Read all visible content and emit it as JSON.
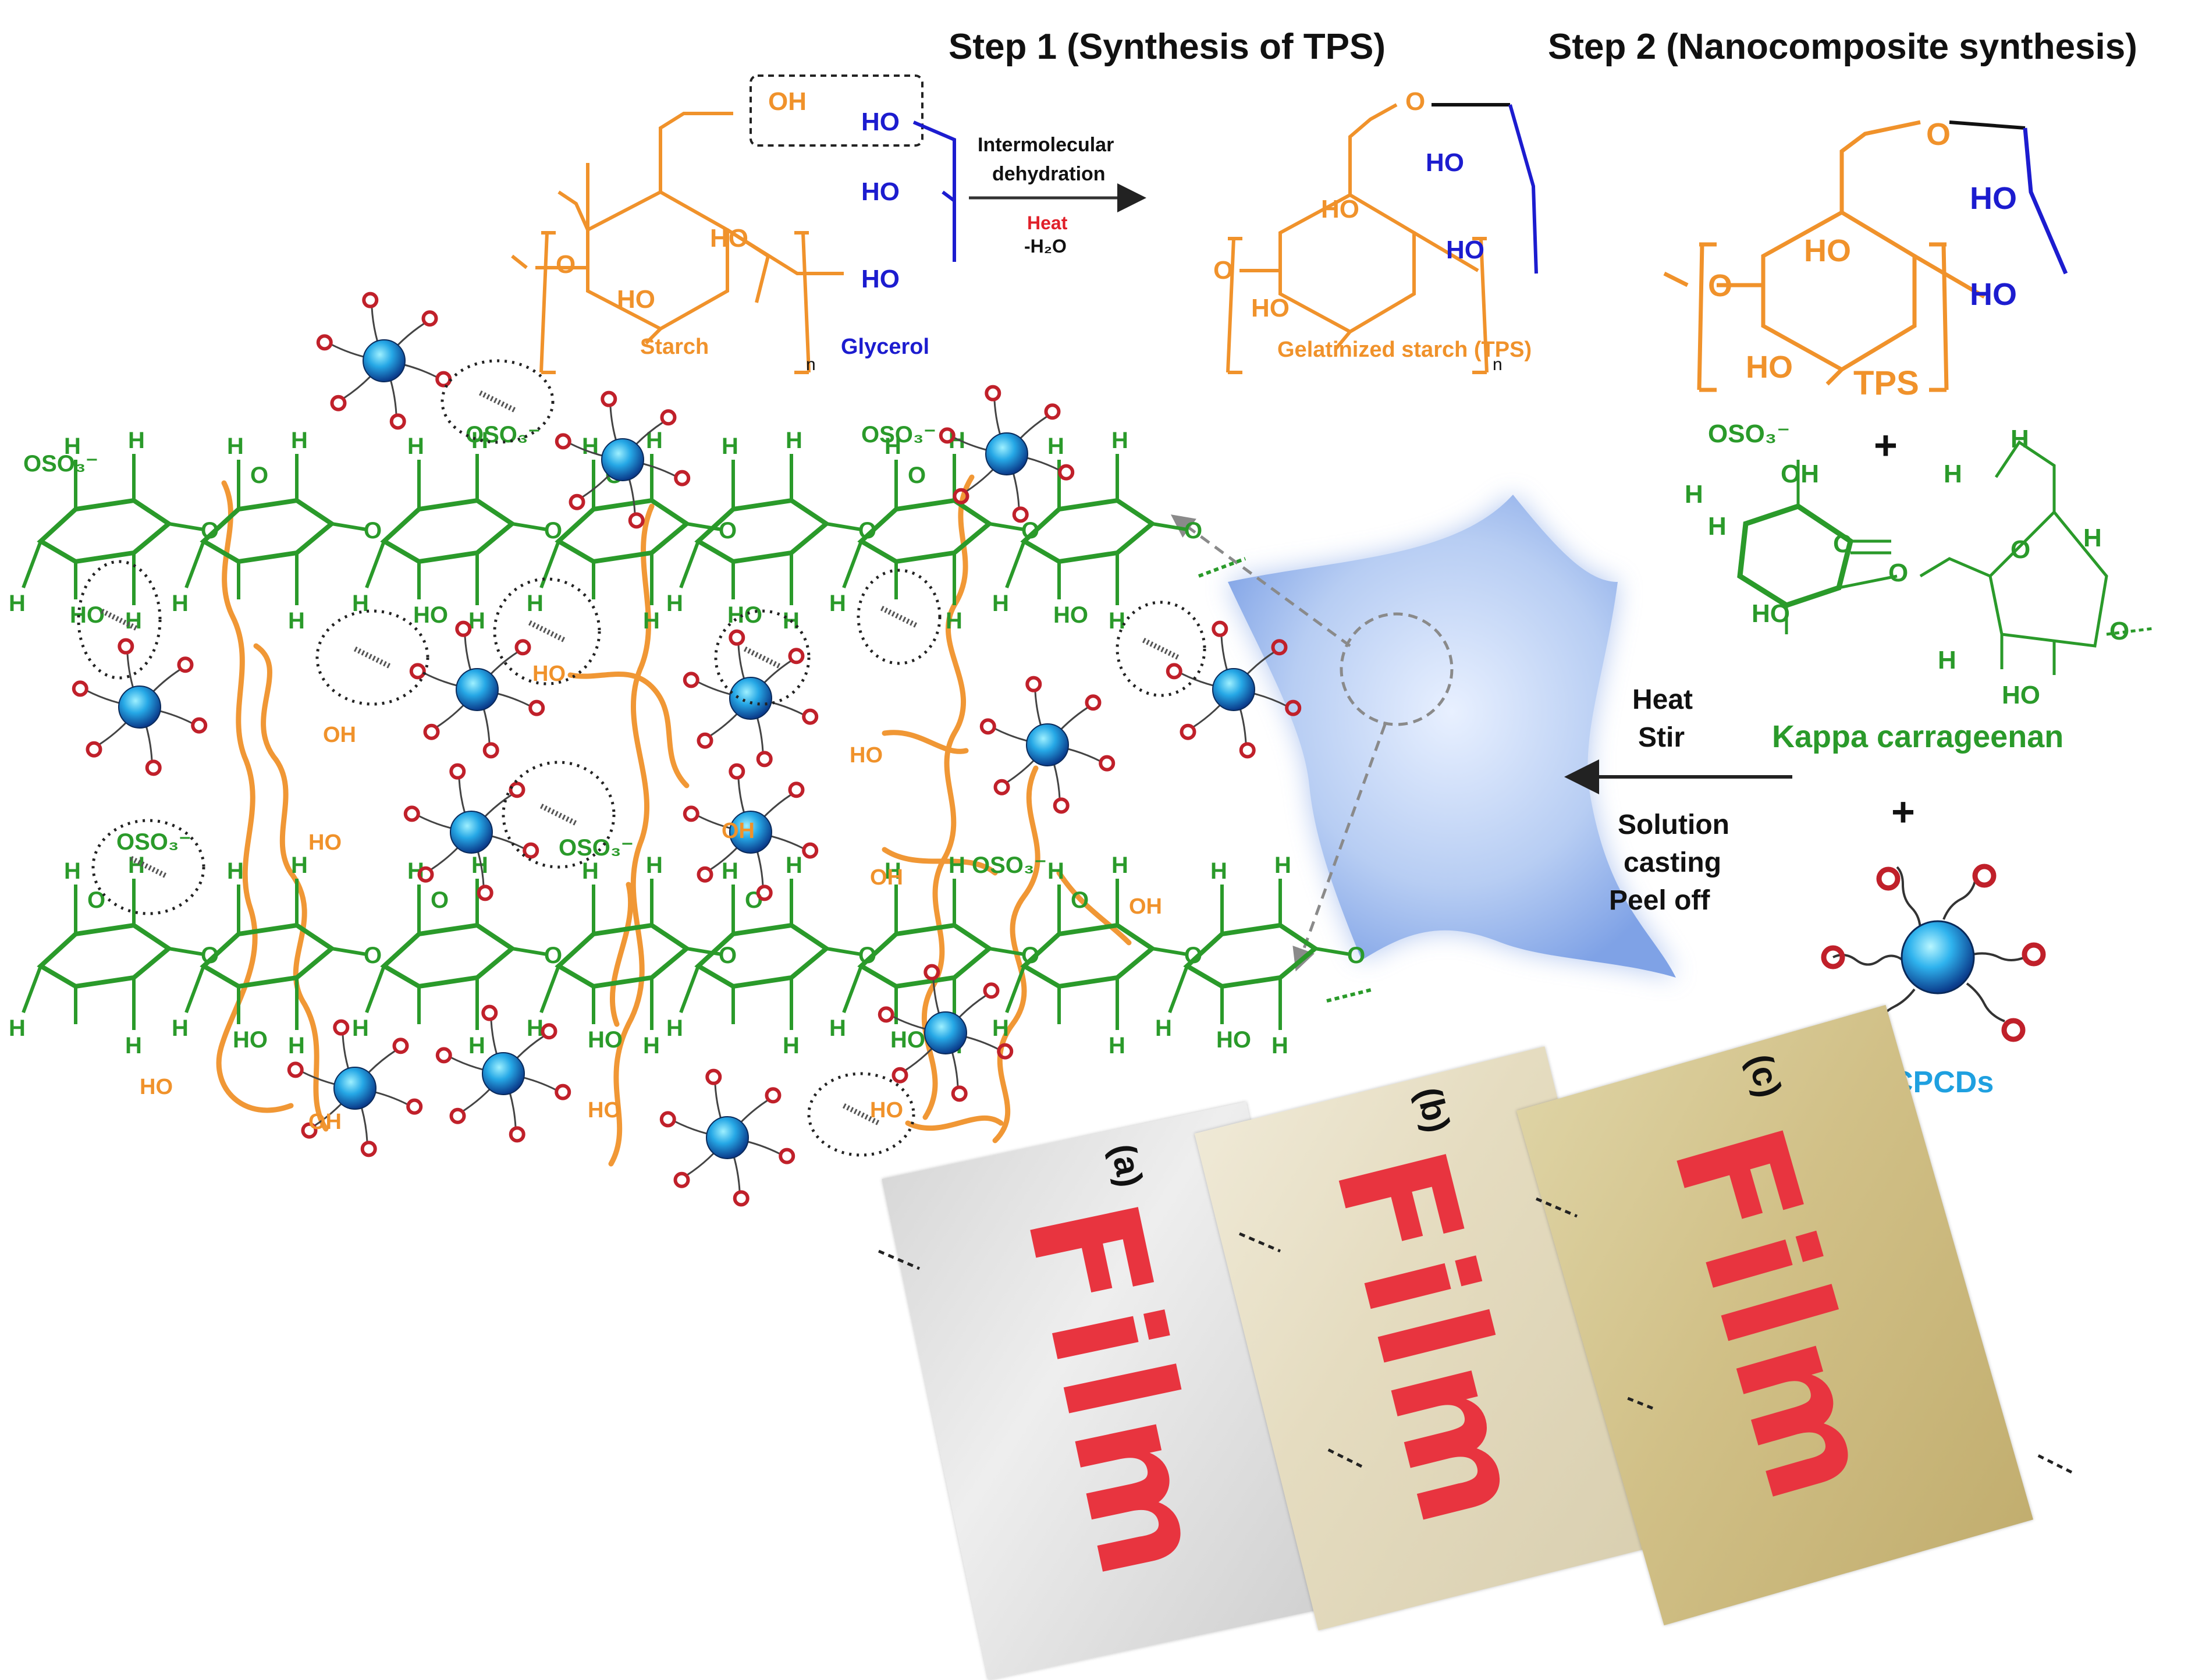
{
  "headers": {
    "step1": "Step 1 (Synthesis of TPS)",
    "step2": "Step 2 (Nanocomposite synthesis)"
  },
  "step1": {
    "reaction_top": "Intermolecular",
    "reaction_mid": "dehydration",
    "condition_heat": "Heat",
    "condition_water": "-H₂O",
    "reactant_starch": "Starch",
    "reactant_glycerol": "Glycerol",
    "product": "Gelatinized starch (TPS)",
    "subscript_n": "n"
  },
  "step2": {
    "tps_label": "TPS",
    "plus1": "+",
    "kappa_label": "Kappa carrageenan",
    "plus2": "+",
    "cpcd_label": "CPCDs",
    "process": [
      "Heat",
      "Stir",
      "Solution",
      "casting",
      "Peel off"
    ]
  },
  "chem_text": {
    "oh": "OH",
    "ho": "HO",
    "o": "O",
    "h": "H",
    "oso3": "OSO₃⁻"
  },
  "films": [
    {
      "tag": "(a)",
      "word": "Film"
    },
    {
      "tag": "(b)",
      "word": "Film"
    },
    {
      "tag": "(c)",
      "word": "Film"
    }
  ],
  "colors": {
    "starch": "#f0922b",
    "glycerol": "#1c1ccf",
    "heat": "#e0202a",
    "kappa": "#2a9a2a",
    "cpcd": "#1fa0e0",
    "oxygen_ring": "#c0202a",
    "film_text": "#e8343f"
  }
}
